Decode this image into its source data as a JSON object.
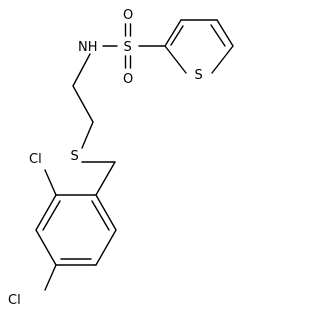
{
  "molecule": {
    "atoms": {
      "nh": "NH",
      "sulfonyl_s": "S",
      "sulfonyl_o_top": "O",
      "sulfonyl_o_bottom": "O",
      "thiophene_s": "S",
      "thioether_s": "S",
      "cl_ortho": "Cl",
      "cl_para": "Cl"
    }
  }
}
